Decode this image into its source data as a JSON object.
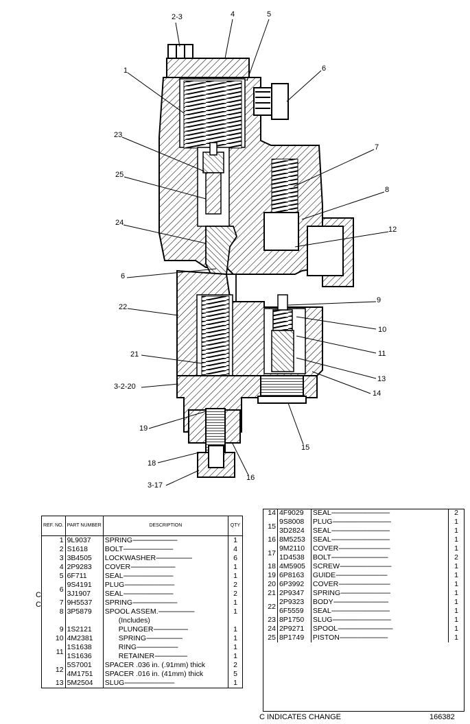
{
  "drawing": {
    "callouts": [
      {
        "id": "c2-3",
        "text": "2-3"
      },
      {
        "id": "c4",
        "text": "4"
      },
      {
        "id": "c5",
        "text": "5"
      },
      {
        "id": "c1",
        "text": "1"
      },
      {
        "id": "c6a",
        "text": "6"
      },
      {
        "id": "c23",
        "text": "23"
      },
      {
        "id": "c7",
        "text": "7"
      },
      {
        "id": "c25",
        "text": "25"
      },
      {
        "id": "c8",
        "text": "8"
      },
      {
        "id": "c24",
        "text": "24"
      },
      {
        "id": "c12",
        "text": "12"
      },
      {
        "id": "c6b",
        "text": "6"
      },
      {
        "id": "c9",
        "text": "9"
      },
      {
        "id": "c22",
        "text": "22"
      },
      {
        "id": "c10",
        "text": "10"
      },
      {
        "id": "c11",
        "text": "11"
      },
      {
        "id": "c21",
        "text": "21"
      },
      {
        "id": "c13",
        "text": "13"
      },
      {
        "id": "c3-2-20",
        "text": "3-2-20"
      },
      {
        "id": "c14",
        "text": "14"
      },
      {
        "id": "c19",
        "text": "19"
      },
      {
        "id": "c15",
        "text": "15"
      },
      {
        "id": "c18",
        "text": "18"
      },
      {
        "id": "c16",
        "text": "16"
      },
      {
        "id": "c3-17",
        "text": "3-17"
      }
    ]
  },
  "table_headers": {
    "ref": "REF. NO.",
    "part": "PART NUMBER",
    "desc": "DESCRIPTION",
    "qty": "QTY"
  },
  "parts_left": [
    {
      "ref": "1",
      "part": "9L9037",
      "desc": "SPRING",
      "qty": "1"
    },
    {
      "ref": "2",
      "part": "S1618",
      "desc": "BOLT",
      "qty": "4"
    },
    {
      "ref": "3",
      "part": "3B4505",
      "desc": "LOCKWASHER",
      "qty": "6"
    },
    {
      "ref": "4",
      "part": "2P9283",
      "desc": "COVER",
      "qty": "1"
    },
    {
      "ref": "5",
      "part": "6F711",
      "desc": "SEAL",
      "qty": "1"
    },
    {
      "ref": "6",
      "part": "9S4191",
      "desc": "PLUG",
      "qty": "2"
    },
    {
      "ref": "",
      "part": "3J1907",
      "desc": "SEAL",
      "qty": "2"
    },
    {
      "ref": "7",
      "part": "9H5537",
      "desc": "SPRING",
      "qty": "1"
    },
    {
      "ref": "8",
      "part": "3P5879",
      "desc": "SPOOL ASSEM.",
      "qty": "1"
    },
    {
      "ref": "",
      "part": "",
      "desc": "(Includes)",
      "qty": ""
    },
    {
      "ref": "9",
      "part": "1S2121",
      "desc": "PLUNGER",
      "qty": "1"
    },
    {
      "ref": "10",
      "part": "4M2381",
      "desc": "SPRING",
      "qty": "1"
    },
    {
      "ref": "11",
      "part": "1S1638",
      "desc": "RING",
      "qty": "1"
    },
    {
      "ref": "",
      "part": "1S1636",
      "desc": "RETAINER",
      "qty": "1"
    },
    {
      "ref": "12",
      "part": "5S7001",
      "desc": "SPACER .036 in. (.91mm) thick",
      "qty": "2"
    },
    {
      "ref": "",
      "part": "4M1751",
      "desc": "SPACER .016 in. (41mm) thick",
      "qty": "5"
    },
    {
      "ref": "13",
      "part": "5M2504",
      "desc": "SLUG",
      "qty": "1"
    }
  ],
  "parts_right": [
    {
      "ref": "14",
      "part": "4F9029",
      "desc": "SEAL",
      "qty": "2"
    },
    {
      "ref": "15",
      "part": "9S8008",
      "desc": "PLUG",
      "qty": "1"
    },
    {
      "ref": "",
      "part": "3D2824",
      "desc": "SEAL",
      "qty": "1"
    },
    {
      "ref": "16",
      "part": "8M5253",
      "desc": "SEAL",
      "qty": "1"
    },
    {
      "ref": "17",
      "part": "9M2110",
      "desc": "COVER",
      "qty": "1"
    },
    {
      "ref": "",
      "part": "1D4538",
      "desc": "BOLT",
      "qty": "2"
    },
    {
      "ref": "18",
      "part": "4M5905",
      "desc": "SCREW",
      "qty": "1"
    },
    {
      "ref": "19",
      "part": "6P8163",
      "desc": "GUIDE",
      "qty": "1"
    },
    {
      "ref": "20",
      "part": "6P3992",
      "desc": "COVER",
      "qty": "1"
    },
    {
      "ref": "21",
      "part": "2P9347",
      "desc": "SPRING",
      "qty": "1"
    },
    {
      "ref": "22",
      "part": "2P9323",
      "desc": "BODY",
      "qty": "1"
    },
    {
      "ref": "",
      "part": "6F5559",
      "desc": "SEAL",
      "qty": "1"
    },
    {
      "ref": "23",
      "part": "8P1750",
      "desc": "SLUG",
      "qty": "1"
    },
    {
      "ref": "24",
      "part": "2P9271",
      "desc": "SPOOL",
      "qty": "1"
    },
    {
      "ref": "25",
      "part": "8P1749",
      "desc": "PISTON",
      "qty": "1"
    }
  ],
  "change_marks": [
    "C",
    "C"
  ],
  "footer": {
    "note": "C INDICATES CHANGE",
    "doc_number": "166382"
  }
}
